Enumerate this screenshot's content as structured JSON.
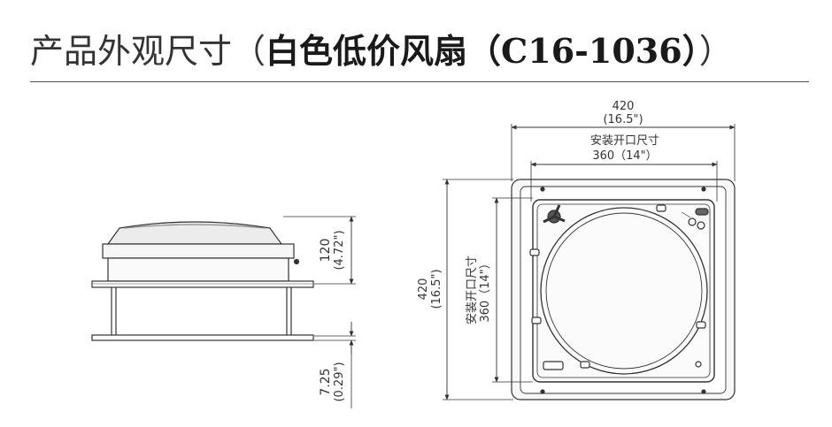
{
  "title": {
    "light": "产品外观尺寸（",
    "bold": "白色低价风扇（C16-1036）",
    "tail": "）"
  },
  "side_view": {
    "height_mm": "120",
    "height_in": "(4.72\")",
    "flange_mm": "7.25",
    "flange_in": "(0.29\")"
  },
  "top_view": {
    "outer_width_mm": "420",
    "outer_width_in": "(16.5\")",
    "opening_label": "安装开口尺寸",
    "opening_width": "360（14\"）",
    "outer_height_mm": "420",
    "outer_height_in": "(16.5\")",
    "opening_height_label": "安装开口尺寸",
    "opening_height": "360（14\"）"
  }
}
